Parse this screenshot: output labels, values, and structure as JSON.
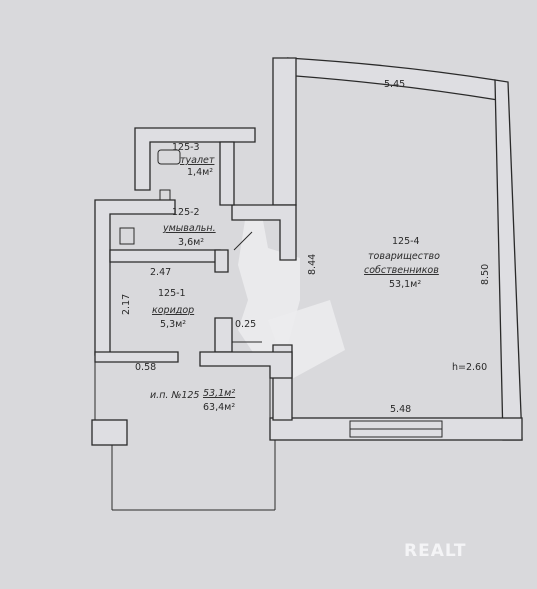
{
  "rooms": {
    "r3": {
      "code": "125-3",
      "name": "туалет",
      "area": "1,4м²"
    },
    "r2": {
      "code": "125-2",
      "name": "умывальн.",
      "area": "3,6м²"
    },
    "r1": {
      "code": "125-1",
      "name": "коридор",
      "area": "5,3м²"
    },
    "r4": {
      "code": "125-4",
      "name1": "товарищество",
      "name2": "собственников",
      "area": "53,1м²"
    }
  },
  "unit": {
    "label": "и.п. №125",
    "area_main": "53,1м²",
    "area_total": "63,4м²"
  },
  "height": "h=2.60",
  "dims": {
    "top": "5.45",
    "right": "8.50",
    "bottom": "5.48",
    "inner": "8.44",
    "d247": "2.47",
    "d217": "2.17",
    "d025": "0.25",
    "d058": "0.58"
  },
  "watermark": "REALT",
  "colors": {
    "background": "#d9d9dc",
    "ink": "#2a2a2a",
    "brand": "#f4f4f6"
  }
}
